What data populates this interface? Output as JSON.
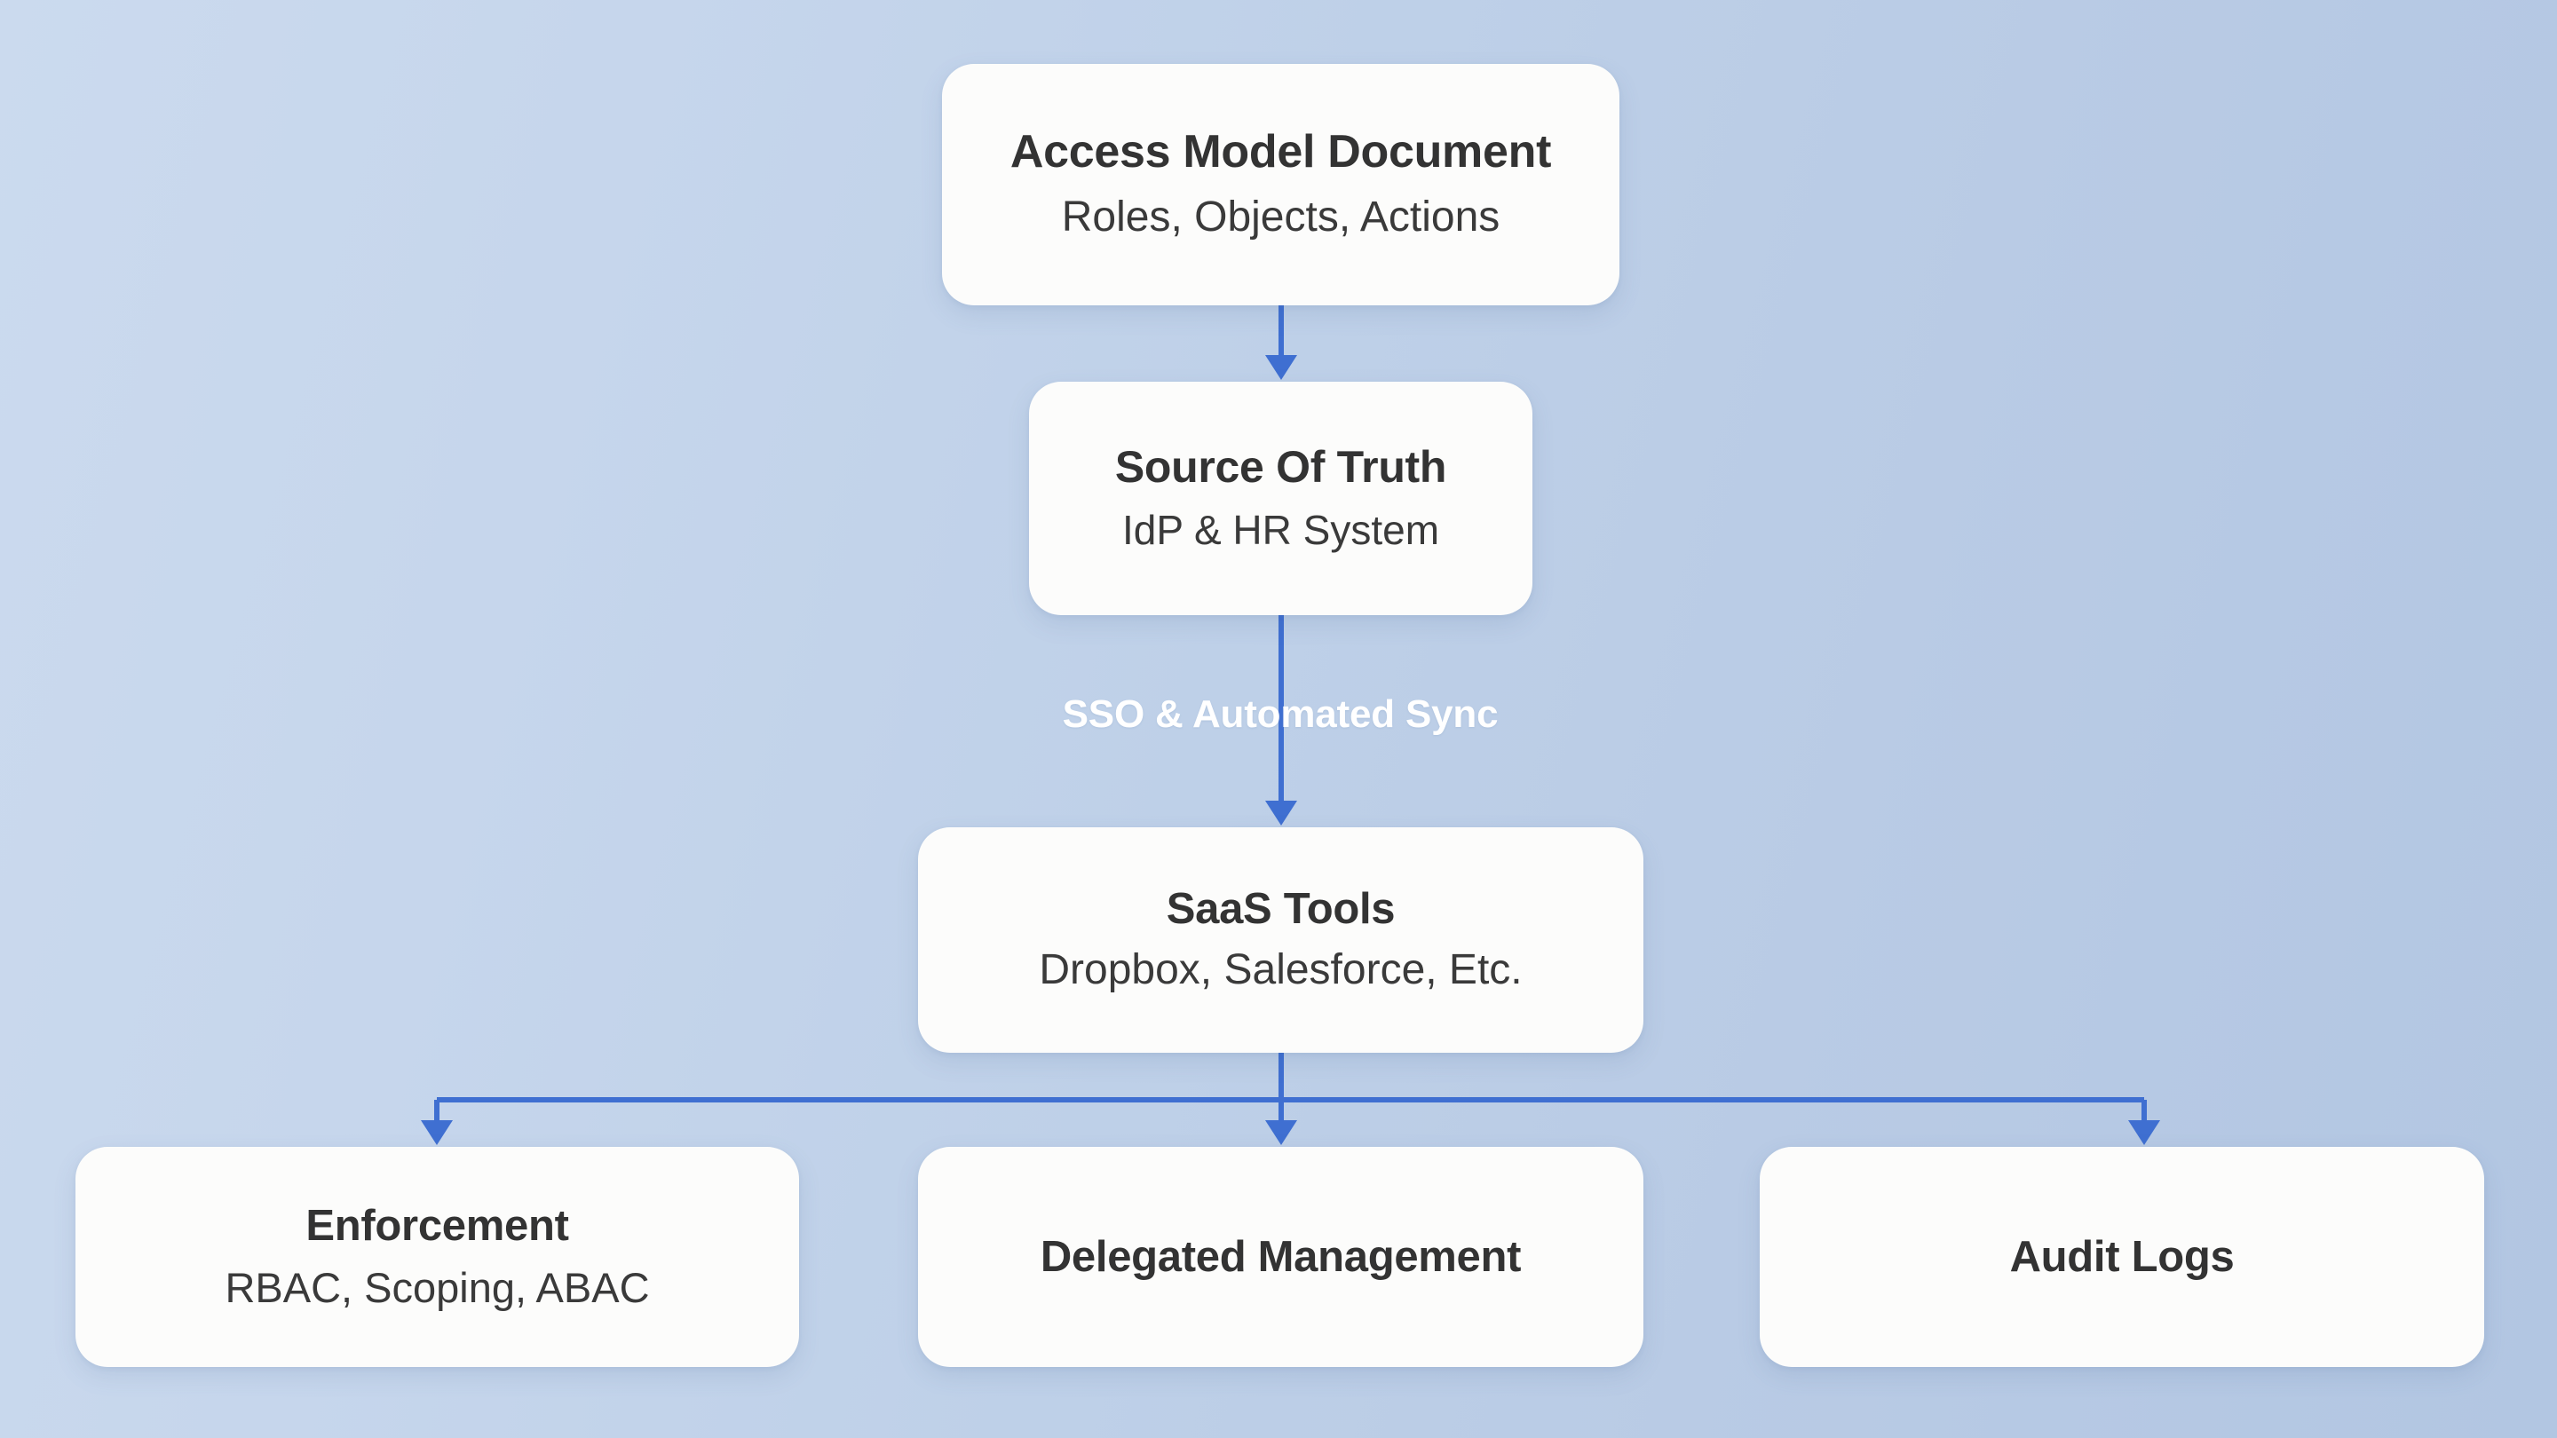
{
  "diagram": {
    "type": "flowchart",
    "background_gradient": [
      "#cbdaee",
      "#b2c6e2"
    ],
    "node_fill": "#fcfcfb",
    "connector_color": "#3f6fd1",
    "title_color": "#333333"
  },
  "nodes": {
    "access_model": {
      "title": "Access Model Document",
      "subtitle": "Roles, Objects, Actions"
    },
    "source_of_truth": {
      "title": "Source Of Truth",
      "subtitle": "IdP & HR System"
    },
    "saas_tools": {
      "title": "SaaS Tools",
      "subtitle": "Dropbox, Salesforce, Etc."
    },
    "enforcement": {
      "title": "Enforcement",
      "subtitle": "RBAC, Scoping, ABAC"
    },
    "delegated_management": {
      "title": "Delegated Management"
    },
    "audit_logs": {
      "title": "Audit Logs"
    }
  },
  "edges": {
    "access_to_sot": {
      "label": ""
    },
    "sot_to_saas": {
      "label": "SSO & Automated Sync"
    },
    "saas_to_enforcement": {
      "label": ""
    },
    "saas_to_delegated": {
      "label": ""
    },
    "saas_to_audit": {
      "label": ""
    }
  }
}
